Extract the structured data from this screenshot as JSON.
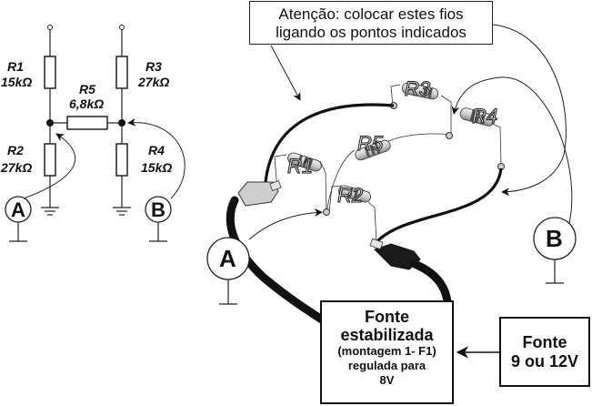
{
  "schematic": {
    "resistors": [
      {
        "id": "R1",
        "name": "R1",
        "value": "15kΩ"
      },
      {
        "id": "R2",
        "name": "R2",
        "value": "27kΩ"
      },
      {
        "id": "R3",
        "name": "R3",
        "value": "27kΩ"
      },
      {
        "id": "R4",
        "name": "R4",
        "value": "15kΩ"
      },
      {
        "id": "R5",
        "name": "R5",
        "value": "6,8kΩ"
      }
    ],
    "probes": {
      "a": "A",
      "b": "B"
    }
  },
  "breadboard": {
    "resistor_tags": [
      "R1",
      "R2",
      "R3",
      "R4",
      "R5"
    ],
    "probes": {
      "a": "A",
      "b": "B"
    }
  },
  "note": {
    "line1": "Atenção: colocar estes fios",
    "line2": "ligando os pontos indicados"
  },
  "stabilized_source": {
    "line1": "Fonte",
    "line2": "estabilizada",
    "line3": "(montagem 1- F1)",
    "line4": "regulada para",
    "line5": "8V"
  },
  "input_source": {
    "line1": "Fonte",
    "line2": "9 ou 12V"
  }
}
